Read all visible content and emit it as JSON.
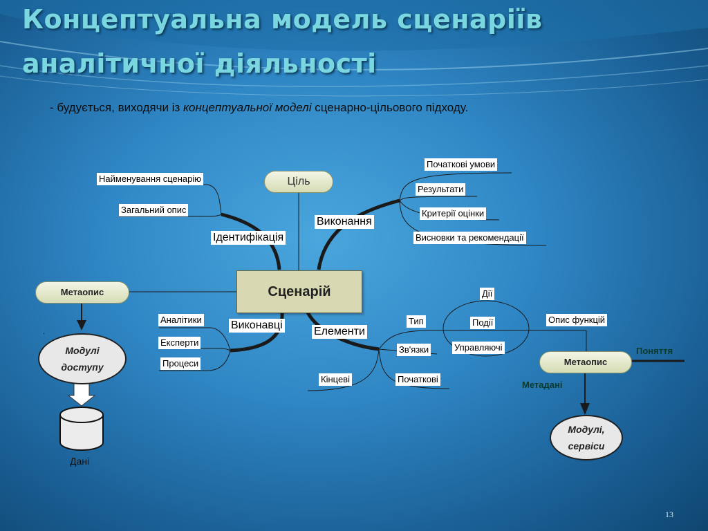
{
  "slide": {
    "title_line1": "Концептуальна модель сценаріїв",
    "title_line2": "аналітичної діяльності",
    "subtitle_pre": "- будується, виходячи із ",
    "subtitle_italic": "концептуальної моделі",
    "subtitle_post": " сценарно-цільового підходу.",
    "page_number": "13"
  },
  "diagram": {
    "center": "Сценарій",
    "goal": "Ціль",
    "branches": {
      "identification": "Ідентифікація",
      "execution": "Виконання",
      "performers": "Виконавці",
      "elements": "Елементи"
    },
    "identification_items": [
      "Найменування сценарію",
      "Загальний опис"
    ],
    "execution_items": [
      "Початкові умови",
      "Результати",
      "Критерії оцінки",
      "Висновки та рекомендації"
    ],
    "performer_items": [
      "Аналітики",
      "Експерти",
      "Процеси"
    ],
    "element_items": {
      "type": "Тип",
      "type_values": [
        "Дії",
        "Події",
        "Управляючі"
      ],
      "links": "Зв'язки",
      "final": "Кінцеві",
      "initial": "Початкові"
    },
    "metaopys_left": "Метаопис",
    "modules_access": [
      "Модулі",
      "доступу"
    ],
    "dot": ".",
    "data_label": "Дані",
    "func_desc": "Опис функцій",
    "metaopys_right": "Метаопис",
    "concepts": "Поняття",
    "metadata": "Метадані",
    "modules_services": [
      "Модулі,",
      "сервіси"
    ]
  }
}
